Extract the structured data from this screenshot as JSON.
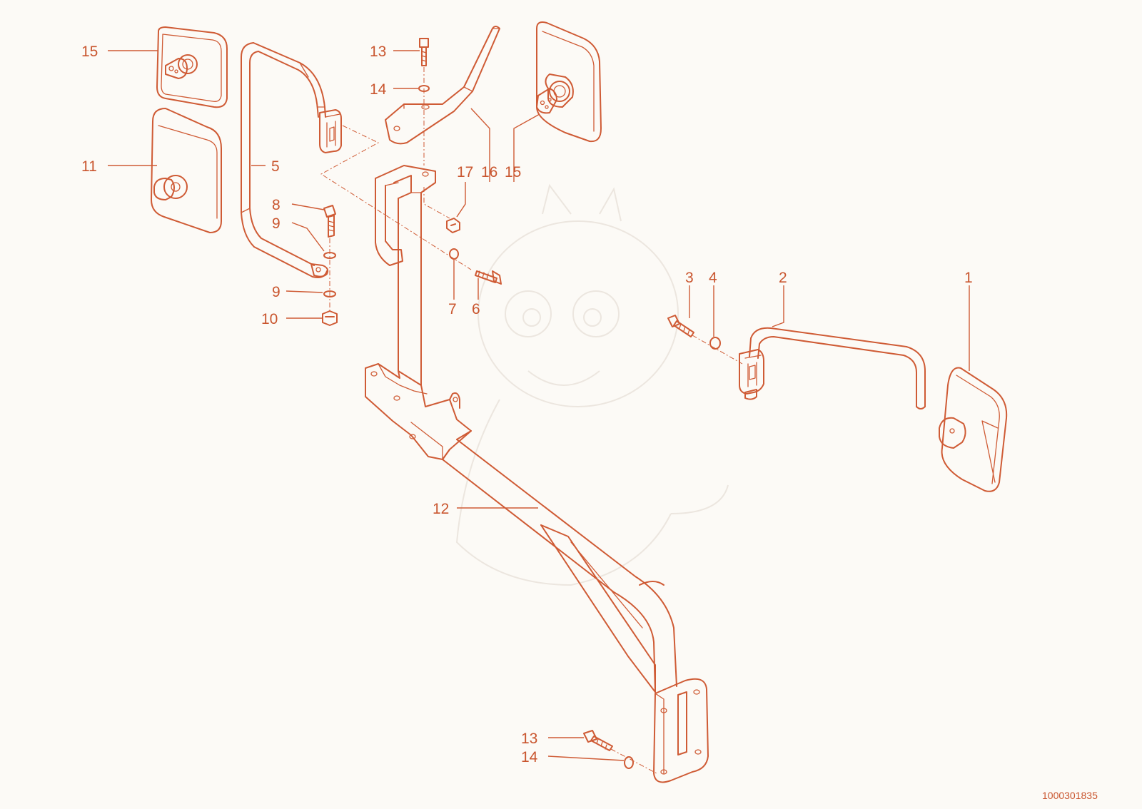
{
  "diagram": {
    "callouts": {
      "c1": "1",
      "c2": "2",
      "c3": "3",
      "c4": "4",
      "c5": "5",
      "c6": "6",
      "c7": "7",
      "c8": "8",
      "c9a": "9",
      "c9b": "9",
      "c10": "10",
      "c11": "11",
      "c12": "12",
      "c13a": "13",
      "c13b": "13",
      "c14a": "14",
      "c14b": "14",
      "c15a": "15",
      "c15b": "15",
      "c16": "16",
      "c17": "17"
    },
    "document_number": "1000301835",
    "colors": {
      "line": "#cf5b35",
      "background": "#fcfaf6",
      "watermark": "#ece6df"
    }
  }
}
